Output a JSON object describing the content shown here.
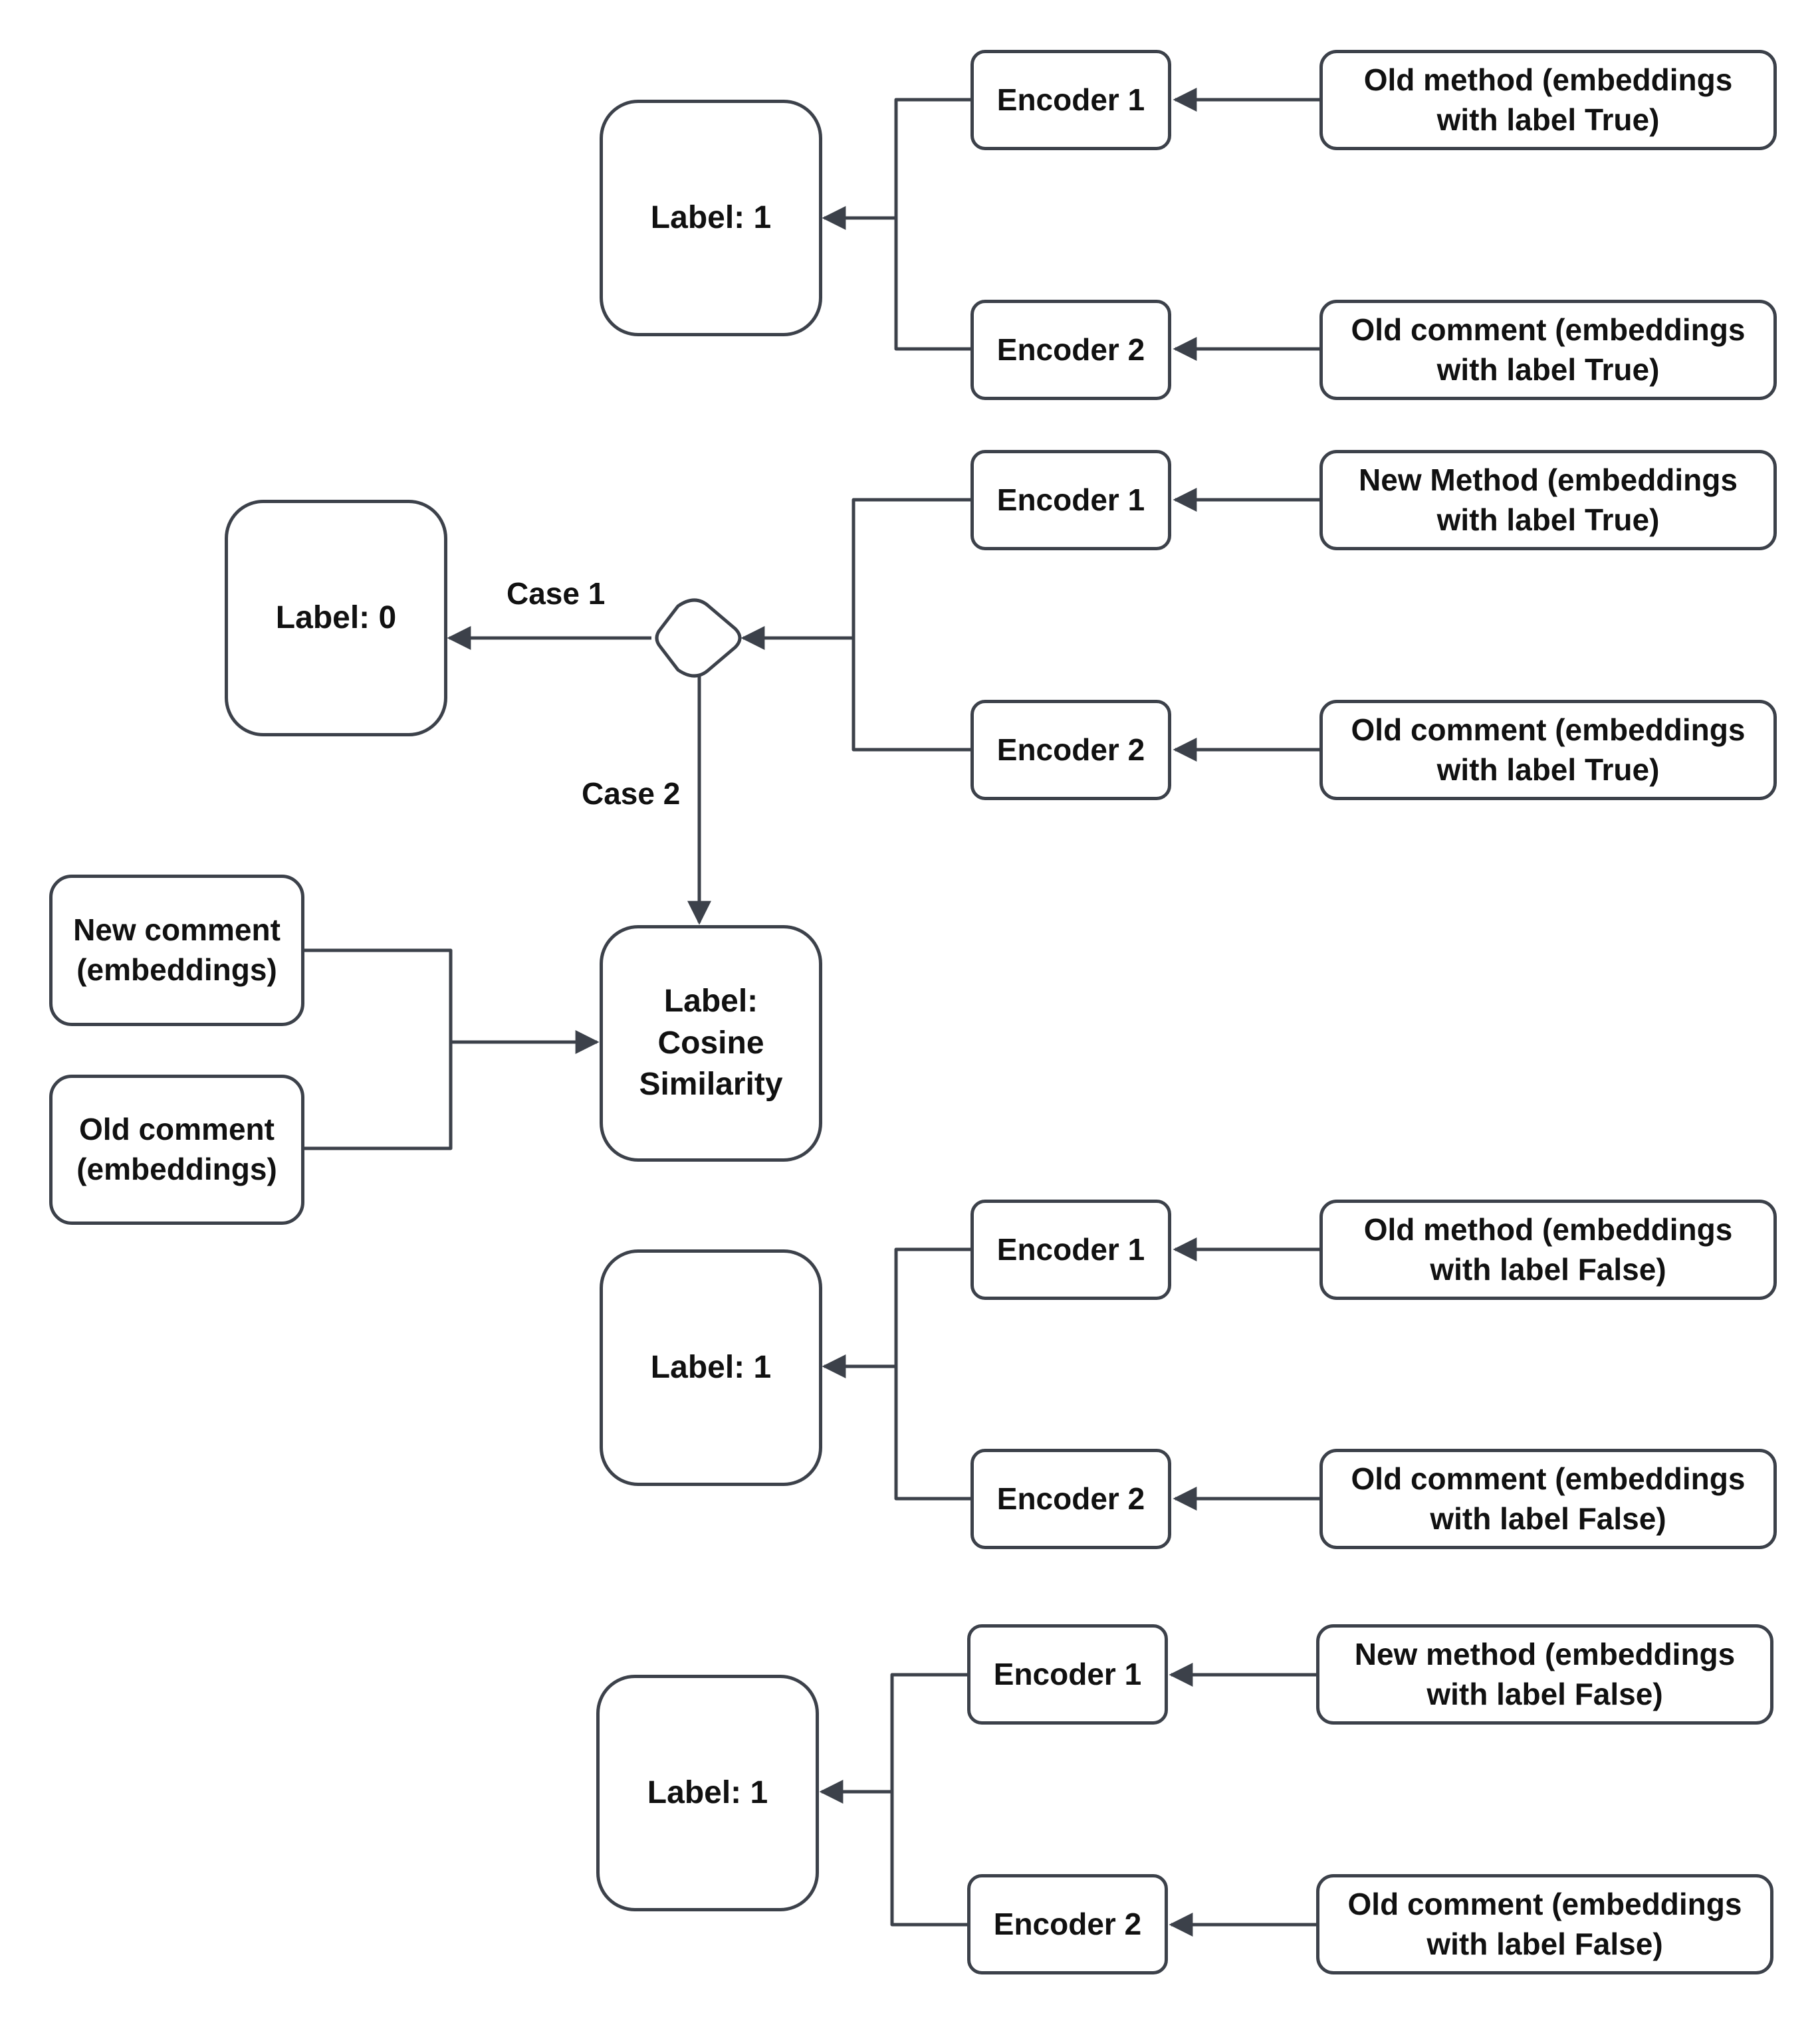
{
  "group1": {
    "label": "Label: 1",
    "encoder1": "Encoder 1",
    "encoder2": "Encoder 2",
    "source1": "Old method (embeddings with label True)",
    "source2": "Old comment (embeddings with label True)"
  },
  "group2": {
    "label": "Label: 0",
    "encoder1": "Encoder 1",
    "encoder2": "Encoder 2",
    "source1": "New Method (embeddings with label True)",
    "source2": "Old comment (embeddings with label True)",
    "case1": "Case 1",
    "case2": "Case 2"
  },
  "cosine": {
    "label": "Label: Cosine Similarity",
    "input1": "New comment (embeddings)",
    "input2": "Old comment (embeddings)"
  },
  "group3": {
    "label": "Label: 1",
    "encoder1": "Encoder 1",
    "encoder2": "Encoder 2",
    "source1": "Old method (embeddings with label False)",
    "source2": "Old comment (embeddings with label False)"
  },
  "group4": {
    "label": "Label: 1",
    "encoder1": "Encoder 1",
    "encoder2": "Encoder 2",
    "source1": "New method (embeddings with label False)",
    "source2": "Old comment (embeddings with label False)"
  },
  "colors": {
    "stroke": "#3c414a",
    "text": "#111111",
    "background": "#ffffff"
  }
}
